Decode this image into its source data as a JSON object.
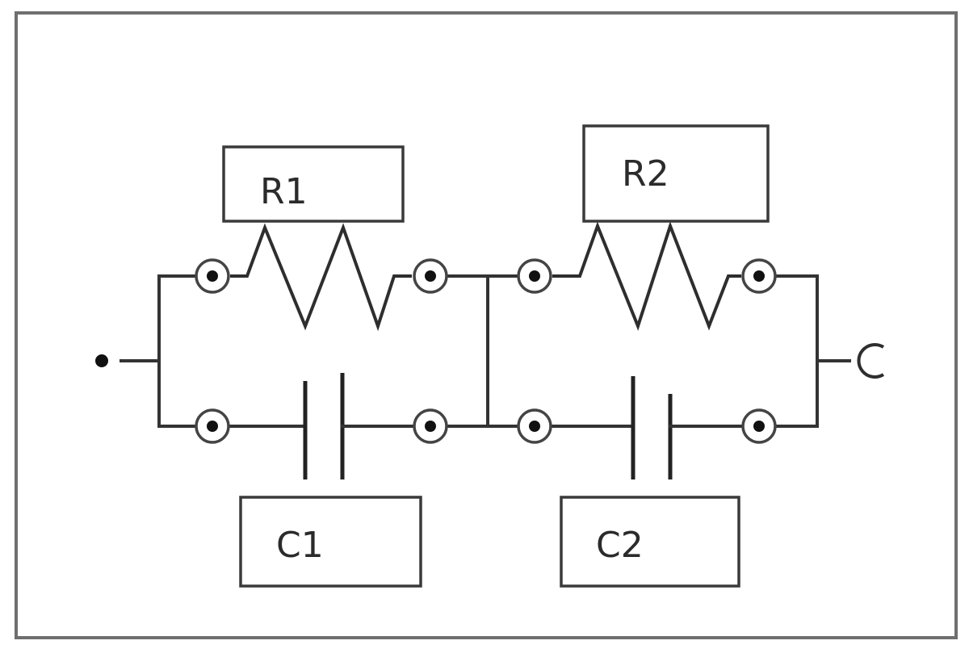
{
  "components": {
    "r1": {
      "label": "R1"
    },
    "r2": {
      "label": "R2"
    },
    "c1": {
      "label": "C1"
    },
    "c2": {
      "label": "C2"
    }
  }
}
